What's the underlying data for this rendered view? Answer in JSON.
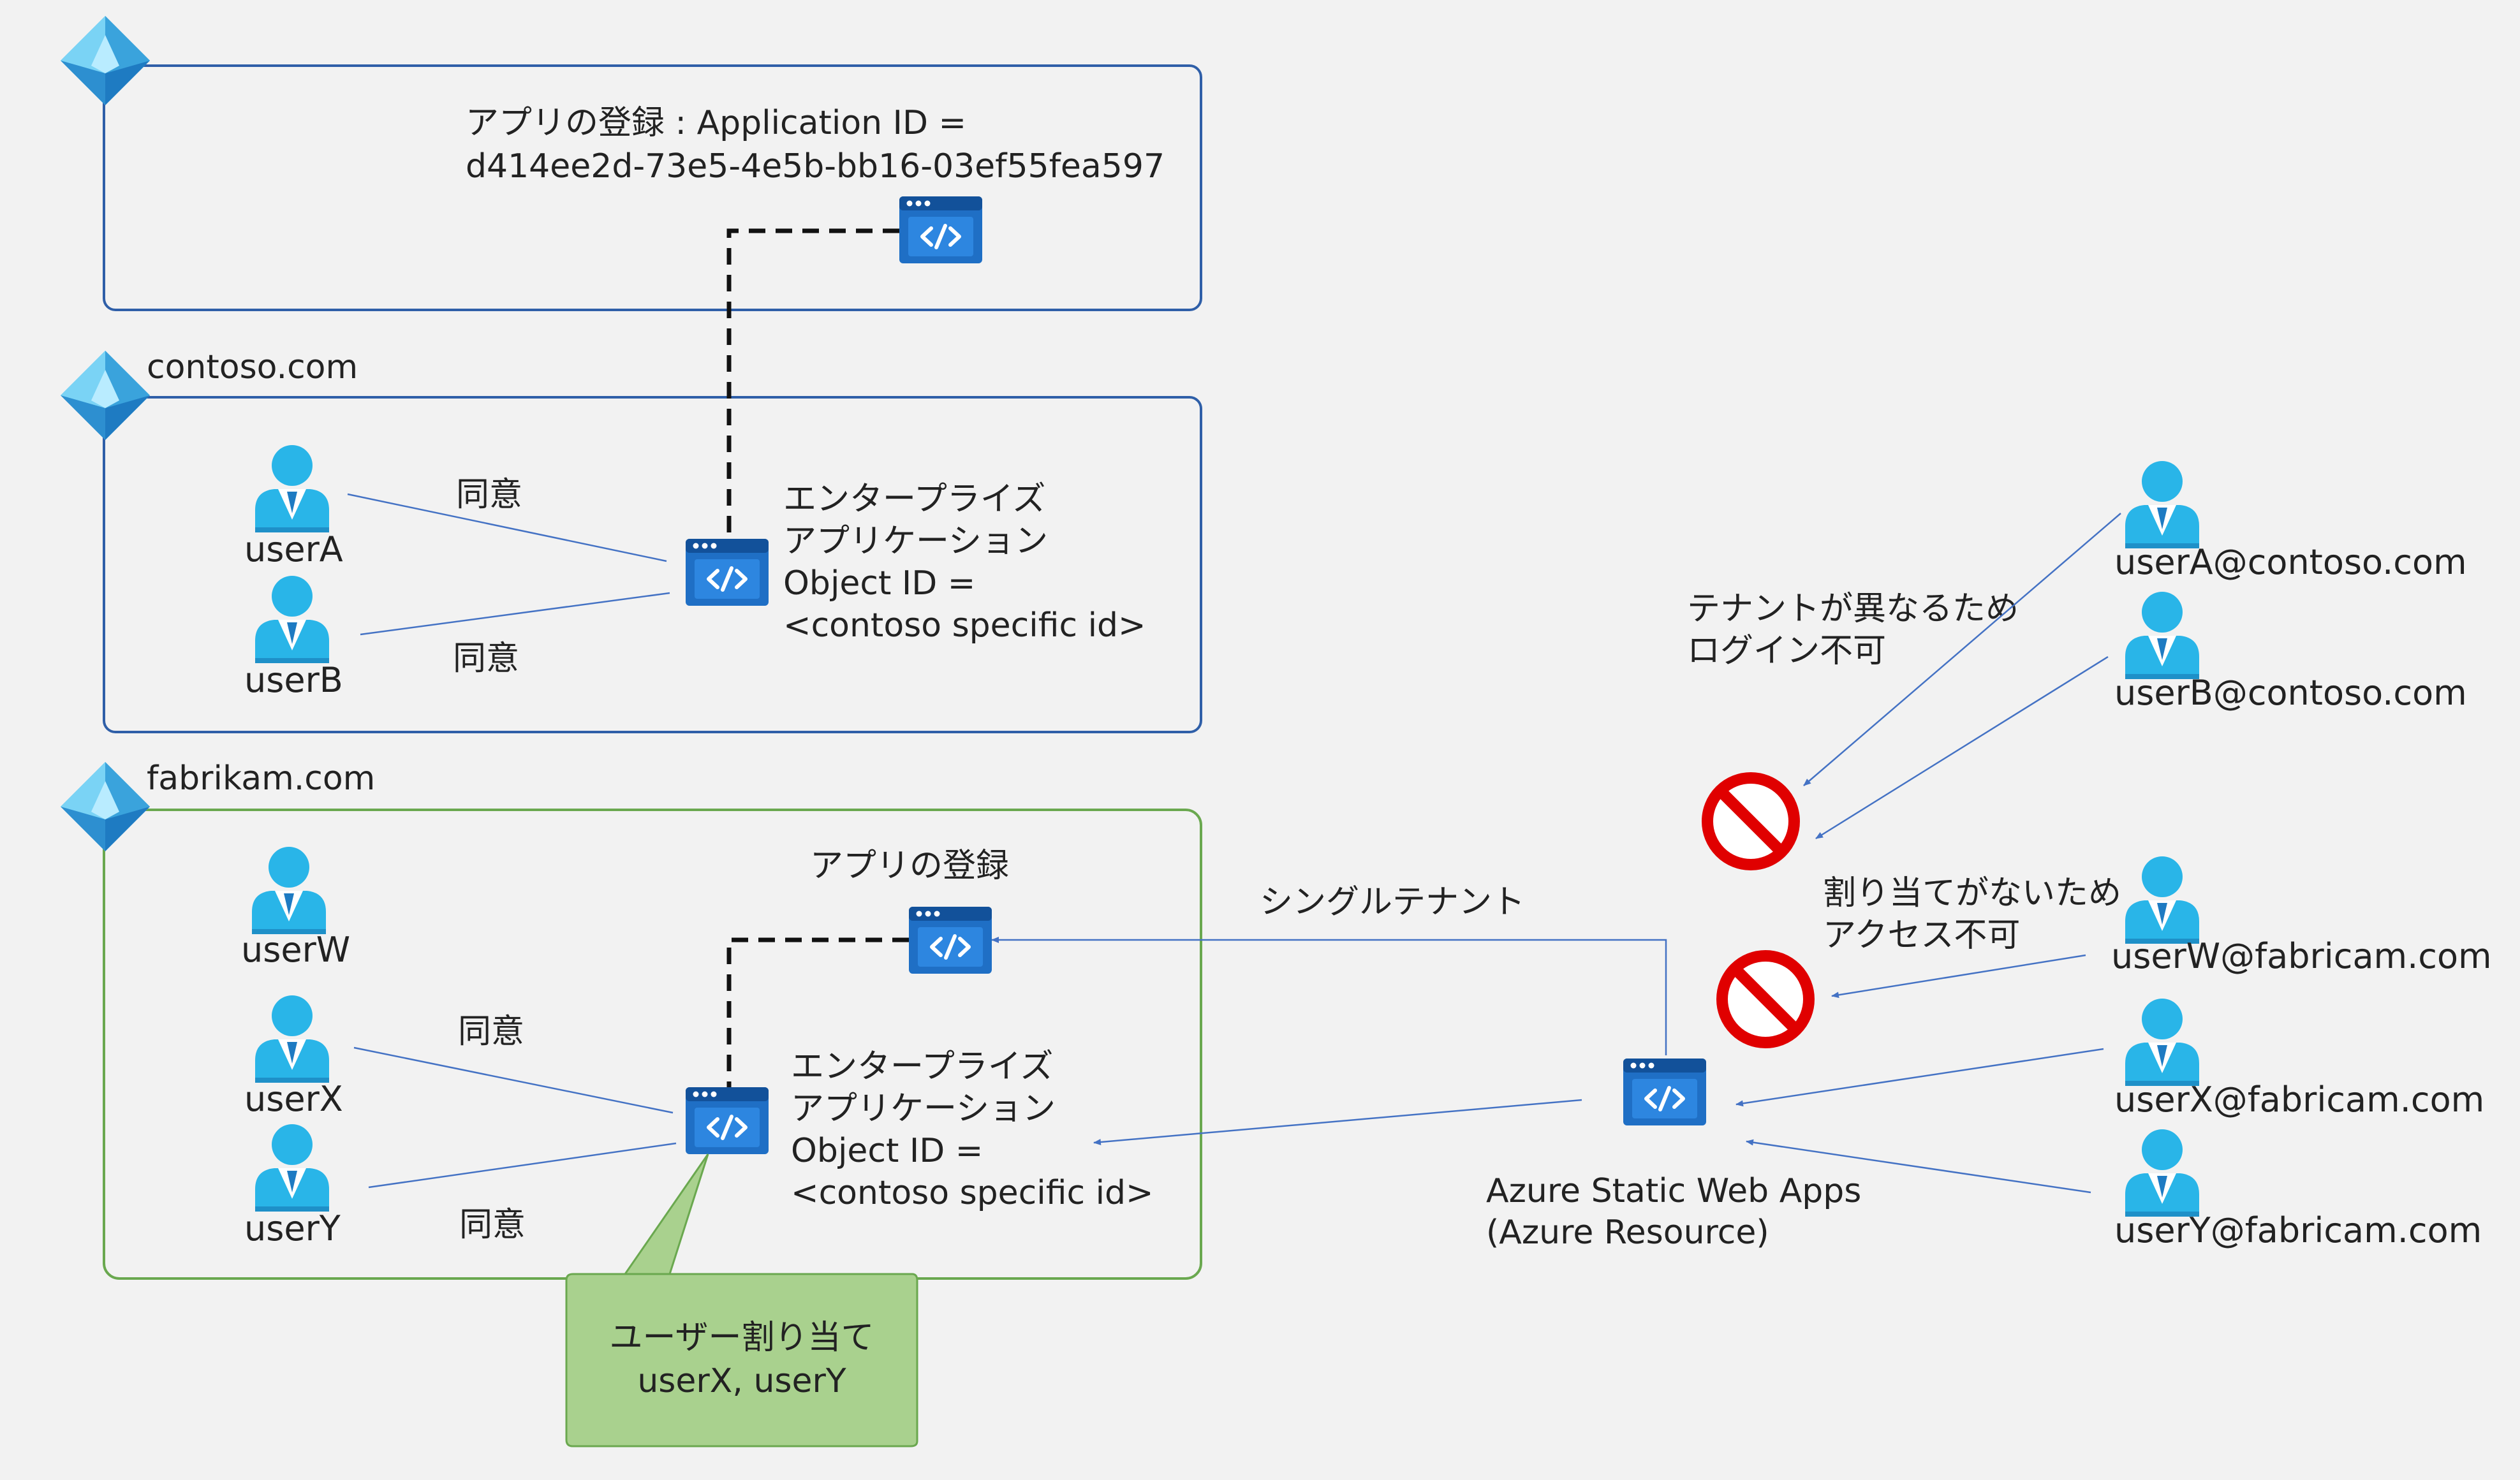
{
  "tenants": {
    "home": {
      "title": "アプリの登録 : Application ID =",
      "app_id": "d414ee2d-73e5-4e5b-bb16-03ef55fea597"
    },
    "contoso": {
      "domain": "contoso.com",
      "users": [
        "userA",
        "userB"
      ],
      "consent": "同意",
      "enterprise_app": [
        "エンタープライズ",
        "アプリケーション",
        "Object ID =",
        "<contoso specific id>"
      ]
    },
    "fabrikam": {
      "domain": "fabrikam.com",
      "users": [
        "userW",
        "userX",
        "userY"
      ],
      "consent": "同意",
      "app_registration": "アプリの登録",
      "enterprise_app": [
        "エンタープライズ",
        "アプリケーション",
        "Object ID =",
        "<contoso specific id>"
      ]
    }
  },
  "callout": {
    "line1": "ユーザー割り当て",
    "line2": "userX, userY"
  },
  "single_tenant": "シングルテナント",
  "azure": {
    "line1": "Azure Static Web Apps",
    "line2": "(Azure Resource)"
  },
  "deny_tenant": {
    "line1": "テナントが異なるため",
    "line2": "ログイン不可"
  },
  "deny_assignment": {
    "line1": "割り当てがないため",
    "line2": "アクセス不可"
  },
  "external_users": [
    "userA@contoso.com",
    "userB@contoso.com",
    "userW@fabricam.com",
    "userX@fabricam.com",
    "userY@fabricam.com"
  ],
  "colors": {
    "tenant_border": "#2f5fa8",
    "fabrikam_border": "#6aa84f",
    "arrow": "#4472c4",
    "callout_fill": "#a9d18e",
    "deny": "#e00000",
    "user_icon": "#29b5e8",
    "app_icon": "#1f6fc5"
  },
  "icons": [
    "azure-ad-icon",
    "app-window-icon",
    "user-icon",
    "prohibited-icon"
  ]
}
